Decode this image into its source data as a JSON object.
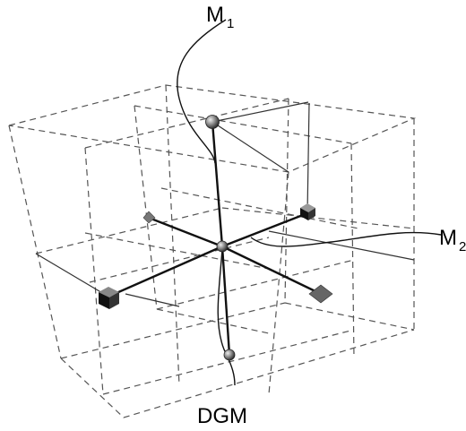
{
  "labels": {
    "m1": {
      "base": "M",
      "sub": "1"
    },
    "m2": {
      "base": "M",
      "sub": "2"
    },
    "dgm": "DGM"
  },
  "colors": {
    "background": "#ffffff",
    "lines": "#111111",
    "dashed_grid": "#555555",
    "sphere": "#777777",
    "cube": "#222222",
    "diamond": "#666666"
  }
}
